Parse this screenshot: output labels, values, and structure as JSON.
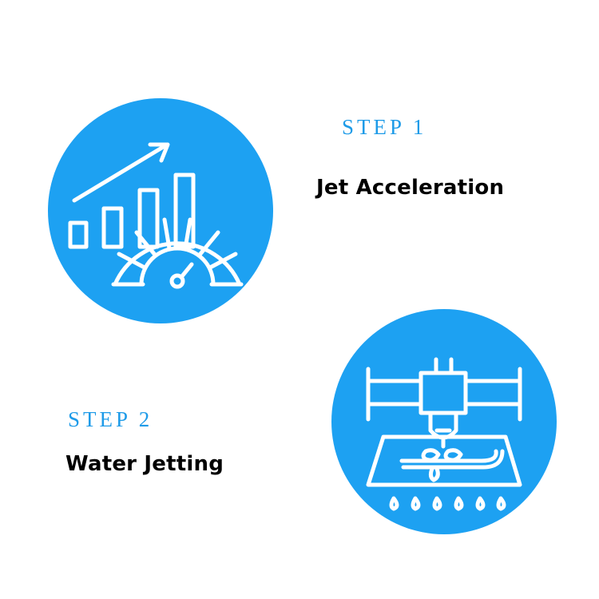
{
  "steps": [
    {
      "label": "STEP 1",
      "title": "Jet Acceleration",
      "icon": "speedometer-growth-chart-icon"
    },
    {
      "label": "STEP 2",
      "title": "Water Jetting",
      "icon": "waterjet-cutting-machine-icon"
    }
  ],
  "colors": {
    "accent": "#1da1f2",
    "label": "#1e9be8",
    "title": "#000000",
    "icon_stroke": "#ffffff"
  }
}
